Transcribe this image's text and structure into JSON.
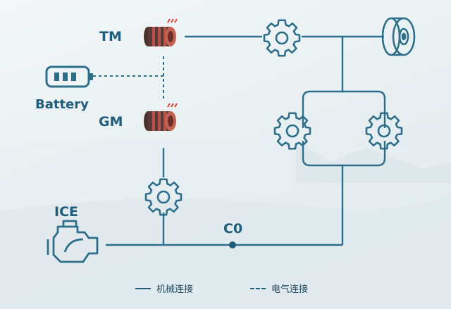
{
  "labels": {
    "tm": "TM",
    "gm": "GM",
    "battery": "Battery",
    "ice": "ICE",
    "c0": "C0"
  },
  "legend": [
    {
      "style": "solid",
      "label": "机械连接"
    },
    {
      "style": "dashed",
      "label": "电气连接"
    }
  ],
  "colors": {
    "line": "#2d6f8a",
    "label": "#1f5d7a",
    "motor_dark": "#5a3a36",
    "motor_copper": "#b5544a",
    "accent_red": "#d2433d"
  },
  "icons": [
    "tm-motor-icon",
    "gm-motor-icon",
    "battery-icon",
    "ice-engine-icon",
    "gear-icon",
    "wheel-icon"
  ]
}
